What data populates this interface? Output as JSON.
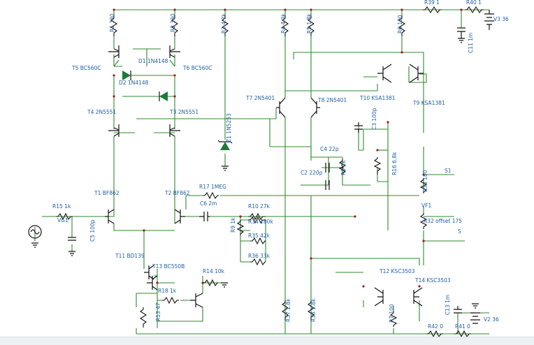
{
  "components": {
    "r1": "R1 330",
    "r2": "R2 330",
    "r3": "R3 4.7k",
    "r4": "R4 4.3k",
    "r5": "R5 1.8k",
    "r6": "R6 100",
    "r_top1": "R39 1",
    "r_top2": "R40 1",
    "c11": "C11 1m",
    "v3": "V3 36",
    "t5": "T5 BC560C",
    "t6": "T6 BC560C",
    "d1": "D1 1N4148",
    "d2": "D2 1N4148",
    "t4": "T4 2N5551",
    "t3": "T3 2N5551",
    "t7": "T7 2N5401",
    "t8": "T8 2N5401",
    "t10": "T10 KSA1381",
    "t9": "T9 KSA1381",
    "z1": "Z1 1N5253",
    "c3": "C3 100p",
    "c4": "C4 22p",
    "c2": "C2 220p",
    "r8": "R8 1k",
    "r16": "R16 6.8k",
    "s1": "S1",
    "t1": "T1 BF862",
    "t2": "T2 BF862",
    "r17": "R17 1MEG",
    "c6": "C6 2m",
    "r15": "R15 1k",
    "vg1": "VG1",
    "c5": "C5 100p",
    "r9": "R9 1k",
    "r10": "R10 27k",
    "r34": "R34 180k",
    "r35": "R35 42k",
    "r36": "R36 33k",
    "r33": "R33 180",
    "vf1": "VF1",
    "r32": "R32 offset 175",
    "s": "S",
    "t11": "T11 BD139",
    "t13": "T13 BC550B",
    "r14": "R14 10k",
    "r18": "R18 1k",
    "r13": "R13 47",
    "r37": "R37 1.8k",
    "r38": "R38 1.8k",
    "t12": "T12 KSC3503",
    "t14": "T14 KSC3503",
    "r7": "R7 100",
    "c13": "C13 1m",
    "r42": "R42 0",
    "r41": "R41 0",
    "v2": "V2 36"
  },
  "colors": {
    "wire": "#2f8a2f",
    "label": "#1f5fa8",
    "junction": "#9b1c1c",
    "component": "#111111"
  }
}
